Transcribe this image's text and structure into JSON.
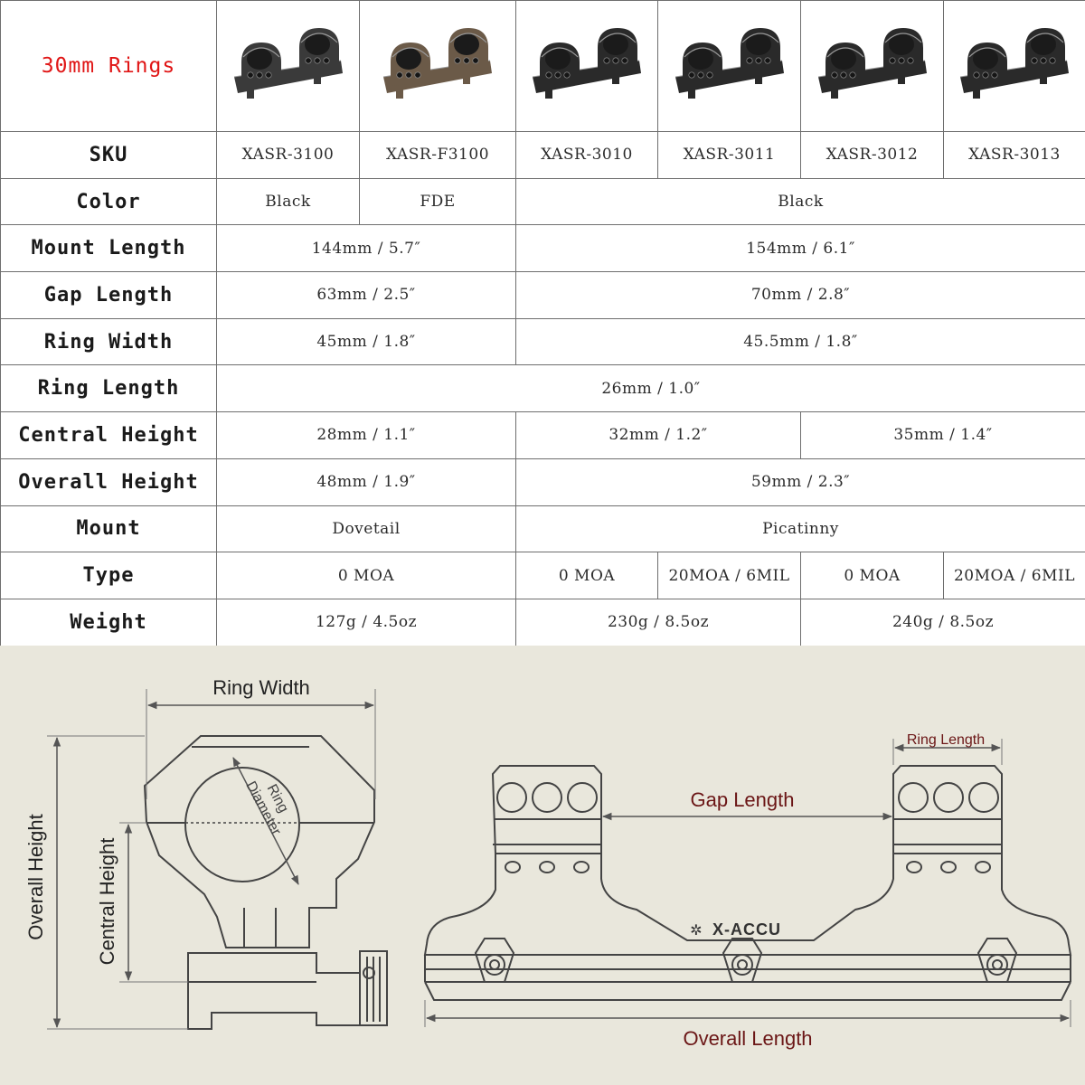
{
  "table": {
    "title": "30mm Rings",
    "colors": {
      "title": "#e01515",
      "border": "#6e6e6e",
      "panel_bg": "#e9e7dc",
      "drawing_text": "#6b1616"
    },
    "products": [
      {
        "icon": "scope-mount-black-icon",
        "finish": "#3a3a3a"
      },
      {
        "icon": "scope-mount-fde-icon",
        "finish": "#6b5a48"
      },
      {
        "icon": "scope-mount-black-icon",
        "finish": "#2a2a2a"
      },
      {
        "icon": "scope-mount-black-icon",
        "finish": "#2a2a2a"
      },
      {
        "icon": "scope-mount-black-icon",
        "finish": "#2a2a2a"
      },
      {
        "icon": "scope-mount-black-icon",
        "finish": "#2a2a2a"
      }
    ],
    "rows": {
      "sku": {
        "label": "SKU",
        "values": [
          "XASR-3100",
          "XASR-F3100",
          "XASR-3010",
          "XASR-3011",
          "XASR-3012",
          "XASR-3013"
        ]
      },
      "color": {
        "label": "Color",
        "values": [
          "Black",
          "FDE",
          "Black"
        ]
      },
      "mount_length": {
        "label": "Mount Length",
        "values": [
          "144mm / 5.7″",
          "154mm / 6.1″"
        ]
      },
      "gap_length": {
        "label": "Gap Length",
        "values": [
          "63mm / 2.5″",
          "70mm / 2.8″"
        ]
      },
      "ring_width": {
        "label": "Ring Width",
        "values": [
          "45mm / 1.8″",
          "45.5mm / 1.8″"
        ]
      },
      "ring_length": {
        "label": "Ring Length",
        "values": [
          "26mm / 1.0″"
        ]
      },
      "central_height": {
        "label": "Central Height",
        "values": [
          "28mm / 1.1″",
          "32mm / 1.2″",
          "35mm / 1.4″"
        ]
      },
      "overall_height": {
        "label": "Overall Height",
        "values": [
          "48mm / 1.9″",
          "59mm / 2.3″"
        ]
      },
      "mount": {
        "label": "Mount",
        "values": [
          "Dovetail",
          "Picatinny"
        ]
      },
      "type": {
        "label": "Type",
        "values": [
          "0 MOA",
          "0 MOA",
          "20MOA / 6MIL",
          "0 MOA",
          "20MOA / 6MIL"
        ]
      },
      "weight": {
        "label": "Weight",
        "values": [
          "127g / 4.5oz",
          "230g / 8.5oz",
          "240g / 8.5oz"
        ]
      }
    }
  },
  "drawing": {
    "ring_width": "Ring Width",
    "overall_height": "Overall Height",
    "central_height": "Central Height",
    "ring_diameter_line1": "Ring",
    "ring_diameter_line2": "Diameter",
    "ring_length": "Ring Length",
    "gap_length": "Gap Length",
    "overall_length": "Overall Length",
    "brand": "X-ACCU"
  }
}
